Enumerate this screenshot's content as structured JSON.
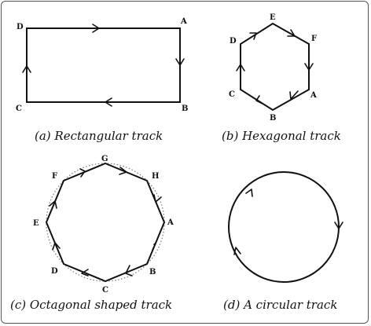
{
  "panels": {
    "rect": {
      "caption": "(a) Rectangular track",
      "labels": {
        "A": "A",
        "B": "B",
        "C": "C",
        "D": "D"
      }
    },
    "hex": {
      "caption": "(b) Hexagonal track",
      "labels": {
        "A": "A",
        "B": "B",
        "C": "C",
        "D": "D",
        "E": "E",
        "F": "F"
      }
    },
    "oct": {
      "caption": "(c) Octagonal shaped track",
      "labels": {
        "A": "A",
        "B": "B",
        "C": "C",
        "D": "D",
        "E": "E",
        "F": "F",
        "G": "G",
        "H": "H"
      }
    },
    "circle": {
      "caption": "(d) A circular track"
    }
  },
  "colors": {
    "line": "#111111",
    "dotted_circle": "#777777",
    "border": "#555555"
  }
}
